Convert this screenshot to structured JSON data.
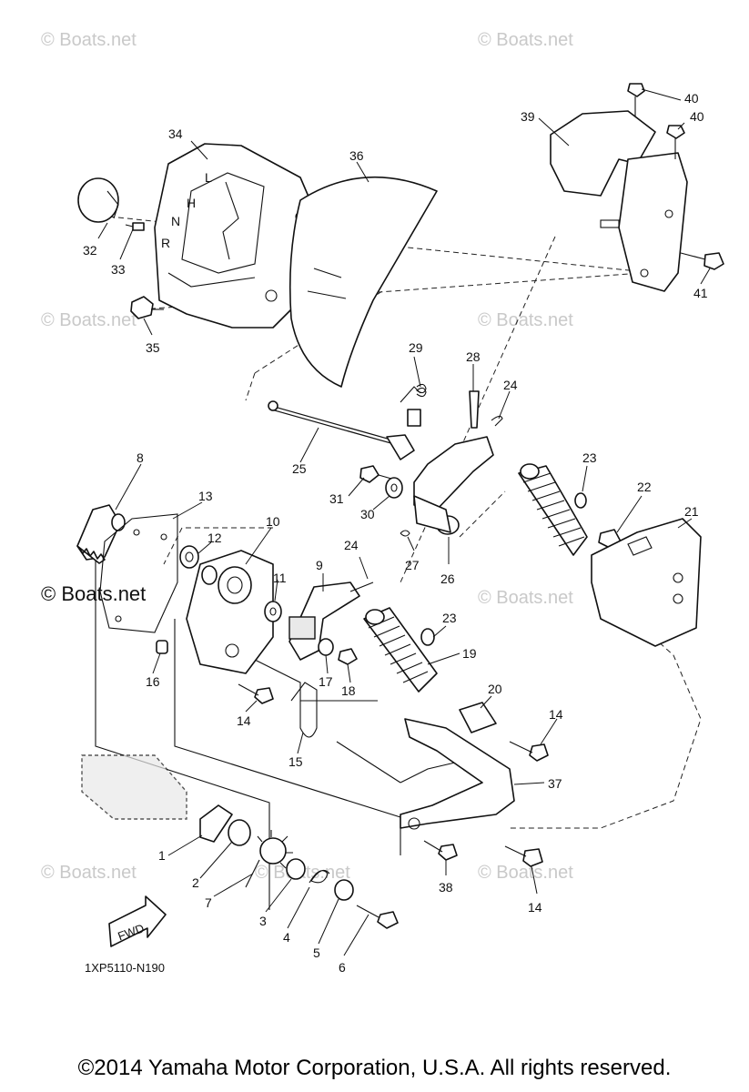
{
  "diagram_code": "1XP5110-N190",
  "fwd_label": "FWD",
  "copyright": "©2014 Yamaha Motor Corporation, U.S.A. All rights reserved.",
  "watermarks": [
    "© Boats.net",
    "© Boats.net",
    "© Boats.net",
    "© Boats.net",
    "© Boats.net",
    "© Boats.net",
    "© Boats.net",
    "© Boats.net",
    "© Boats.net"
  ],
  "selector_letters": [
    "L",
    "H",
    "N",
    "R"
  ],
  "callouts": [
    "1",
    "2",
    "3",
    "4",
    "5",
    "6",
    "7",
    "8",
    "9",
    "10",
    "11",
    "12",
    "13",
    "14",
    "14",
    "14",
    "15",
    "16",
    "17",
    "18",
    "19",
    "20",
    "21",
    "22",
    "23",
    "23",
    "24",
    "24",
    "25",
    "26",
    "27",
    "28",
    "29",
    "30",
    "31",
    "32",
    "33",
    "34",
    "35",
    "36",
    "37",
    "38",
    "39",
    "40",
    "40",
    "41"
  ]
}
